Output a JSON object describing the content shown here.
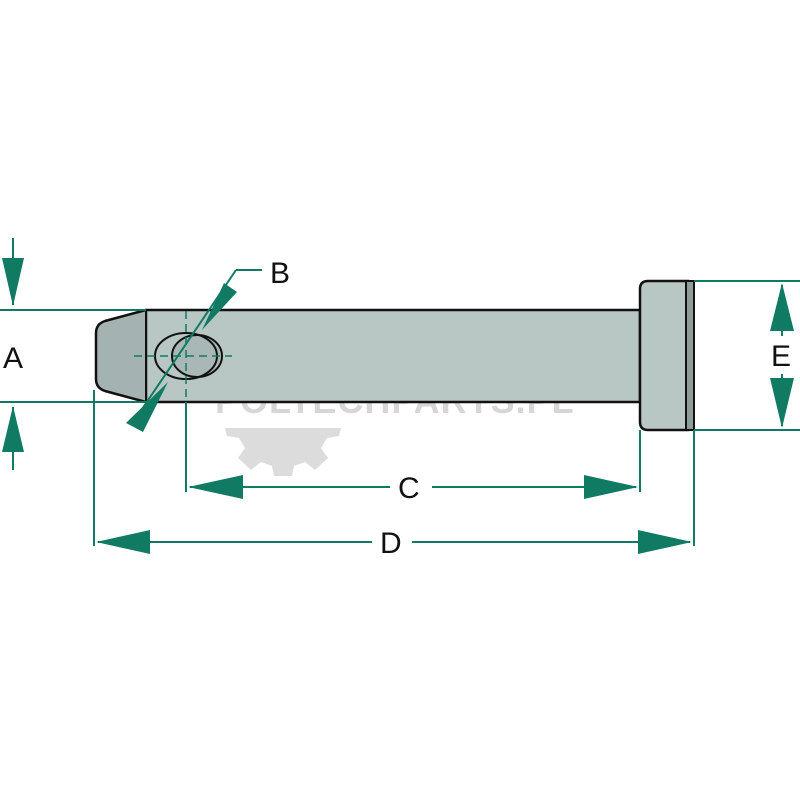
{
  "colors": {
    "background": "#ffffff",
    "pin_body": "#b8c6c4",
    "pin_shadow": "#a2b1af",
    "outline": "#111111",
    "dimension": "#107a62",
    "watermark": "#c8c8c8"
  },
  "labels": {
    "a": "A",
    "b": "B",
    "c": "C",
    "d": "D",
    "e": "E"
  },
  "watermark": {
    "text": "POLTECHPARTS.PL",
    "icon": "gear-icon"
  },
  "arrow_icon": "filled-triangle-arrowhead"
}
